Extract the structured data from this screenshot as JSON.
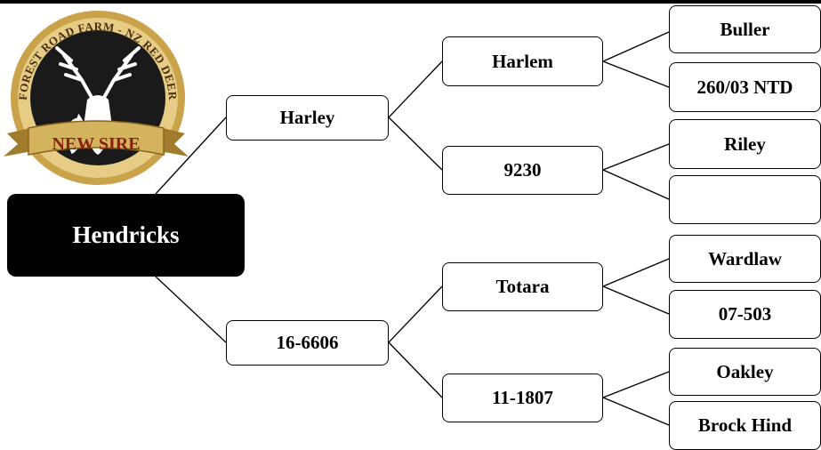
{
  "logo": {
    "arc_text": "FOREST ROAD FARM - NZ RED DEER",
    "ribbon_text": "NEW SIRE",
    "colors": {
      "gold": "#c9a24a",
      "dark": "#1a1a1a"
    }
  },
  "pedigree": {
    "root": "Hendricks",
    "sire": "Harley",
    "dam": "16-6606",
    "sire_sire": "Harlem",
    "sire_dam": "9230",
    "dam_sire": "Totara",
    "dam_dam": "11-1807",
    "gen3": [
      "Buller",
      "260/03 NTD",
      "Riley",
      "",
      "Wardlaw",
      "07-503",
      "Oakley",
      "Brock Hind"
    ]
  }
}
